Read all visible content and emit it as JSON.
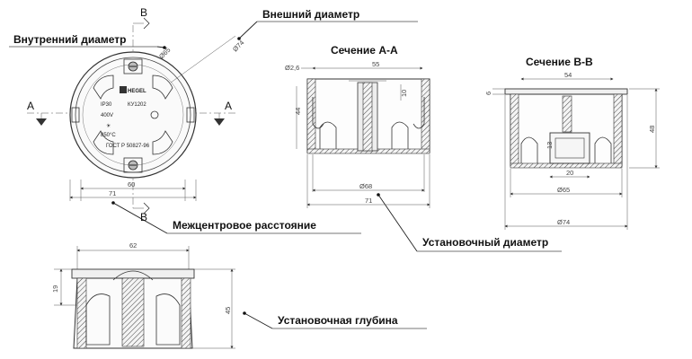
{
  "callouts": {
    "outer_diameter": "Внешний диаметр",
    "inner_diameter": "Внутренний диаметр",
    "center_distance": "Межцентровое расстояние",
    "mounting_diameter": "Установочный диаметр",
    "mounting_depth": "Установочная глубина"
  },
  "sections": {
    "aa": "Сечение А-А",
    "bb": "Сечение В-В"
  },
  "section_marks": {
    "a_left": "A",
    "a_right": "A",
    "b_top": "B",
    "b_bottom": "B"
  },
  "box_labels": {
    "brand": "HEGEL",
    "model": "КУ1202",
    "ip": "IP30",
    "voltage": "400V",
    "temp": "850°C",
    "gost": "ГОСТ Р 50827-96"
  },
  "dims": {
    "top_d65": "Ø65",
    "top_d74": "Ø74",
    "top_60": "60",
    "top_71": "71",
    "aa_26": "Ø2,6",
    "aa_55": "55",
    "aa_44": "44",
    "aa_10": "10",
    "aa_68": "Ø68",
    "aa_71": "71",
    "bb_54": "54",
    "bb_6": "6",
    "bb_48": "48",
    "bb_13": "13",
    "bb_20": "20",
    "bb_65": "Ø65",
    "bb_74": "Ø74",
    "side_62": "62",
    "side_19": "19",
    "side_45": "45"
  }
}
